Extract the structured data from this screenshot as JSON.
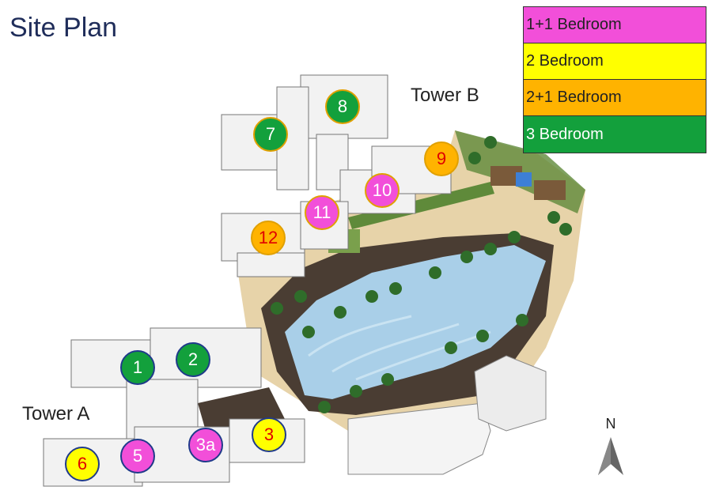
{
  "title": "Site Plan",
  "legend": [
    {
      "label": "1+1 Bedroom",
      "color": "#f24fd9",
      "text_color": "#222222"
    },
    {
      "label": "2 Bedroom",
      "color": "#ffff00",
      "text_color": "#222222"
    },
    {
      "label": "2+1 Bedroom",
      "color": "#ffb300",
      "text_color": "#222222"
    },
    {
      "label": "3 Bedroom",
      "color": "#13a03c",
      "text_color": "#ffffff"
    }
  ],
  "towers": {
    "a": "Tower A",
    "b": "Tower B"
  },
  "compass": "N",
  "units": [
    {
      "label": "1",
      "type": "3 Bedroom"
    },
    {
      "label": "2",
      "type": "3 Bedroom"
    },
    {
      "label": "3",
      "type": "2 Bedroom"
    },
    {
      "label": "3a",
      "type": "1+1 Bedroom"
    },
    {
      "label": "5",
      "type": "1+1 Bedroom"
    },
    {
      "label": "6",
      "type": "2 Bedroom"
    },
    {
      "label": "7",
      "type": "3 Bedroom"
    },
    {
      "label": "8",
      "type": "3 Bedroom"
    },
    {
      "label": "9",
      "type": "2+1 Bedroom"
    },
    {
      "label": "10",
      "type": "1+1 Bedroom"
    },
    {
      "label": "11",
      "type": "1+1 Bedroom"
    },
    {
      "label": "12",
      "type": "2+1 Bedroom"
    }
  ],
  "colors": {
    "sand": "#e7d3a9",
    "deck": "#4a3d33",
    "pool": "#a9cfe8",
    "grass": "#5f8a3a",
    "building": "#f2f2f2",
    "red_text": "#e00000",
    "white_text": "#ffffff"
  }
}
